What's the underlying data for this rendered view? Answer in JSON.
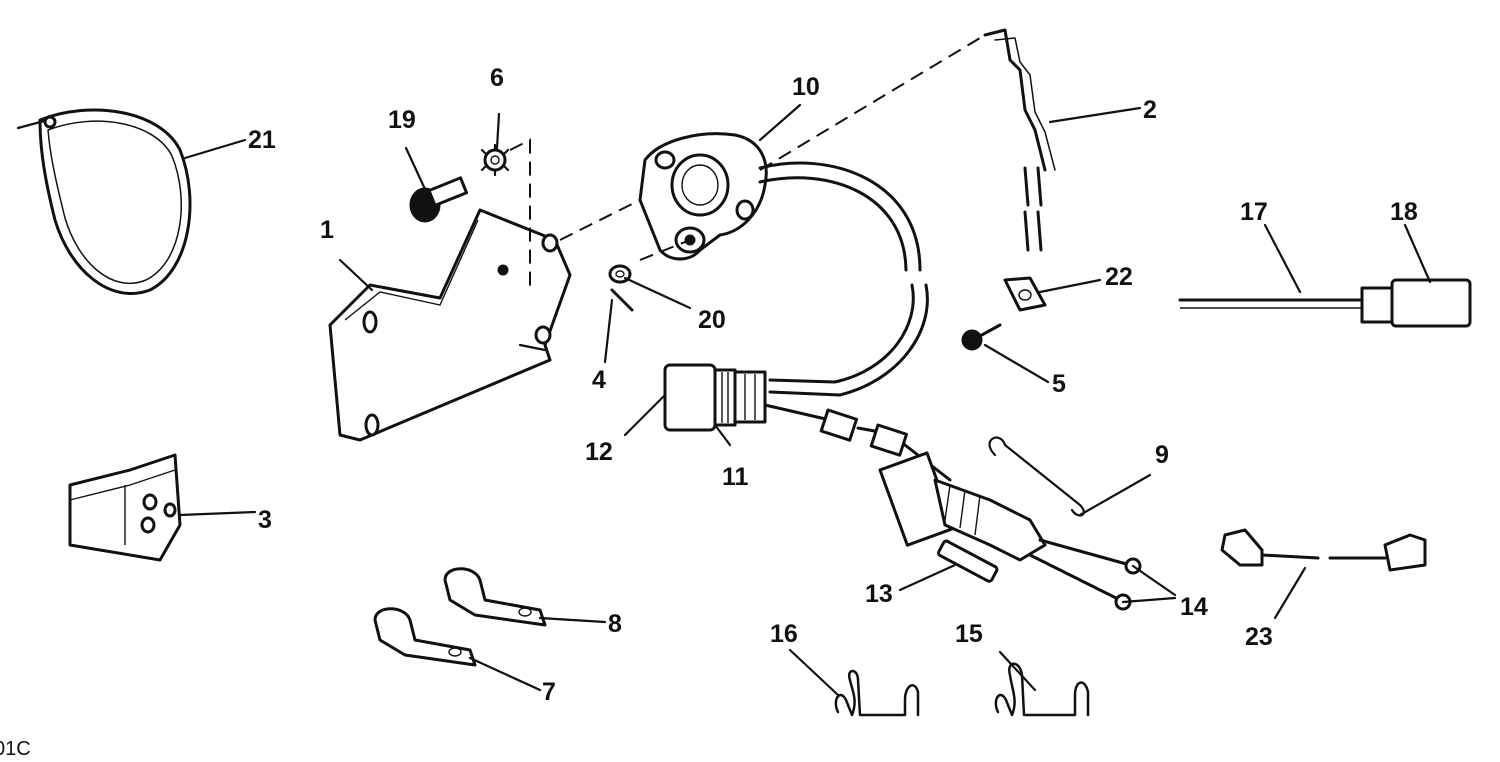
{
  "figure_code": "01C",
  "callouts": [
    {
      "id": "c1",
      "label": "1"
    },
    {
      "id": "c2",
      "label": "2"
    },
    {
      "id": "c3",
      "label": "3"
    },
    {
      "id": "c4",
      "label": "4"
    },
    {
      "id": "c5",
      "label": "5"
    },
    {
      "id": "c6",
      "label": "6"
    },
    {
      "id": "c7",
      "label": "7"
    },
    {
      "id": "c8",
      "label": "8"
    },
    {
      "id": "c9",
      "label": "9"
    },
    {
      "id": "c10",
      "label": "10"
    },
    {
      "id": "c11",
      "label": "11"
    },
    {
      "id": "c12",
      "label": "12"
    },
    {
      "id": "c13",
      "label": "13"
    },
    {
      "id": "c14",
      "label": "14"
    },
    {
      "id": "c15",
      "label": "15"
    },
    {
      "id": "c16",
      "label": "16"
    },
    {
      "id": "c17",
      "label": "17"
    },
    {
      "id": "c18",
      "label": "18"
    },
    {
      "id": "c19",
      "label": "19"
    },
    {
      "id": "c20",
      "label": "20"
    },
    {
      "id": "c21",
      "label": "21"
    },
    {
      "id": "c22",
      "label": "22"
    },
    {
      "id": "c23",
      "label": "23"
    }
  ]
}
